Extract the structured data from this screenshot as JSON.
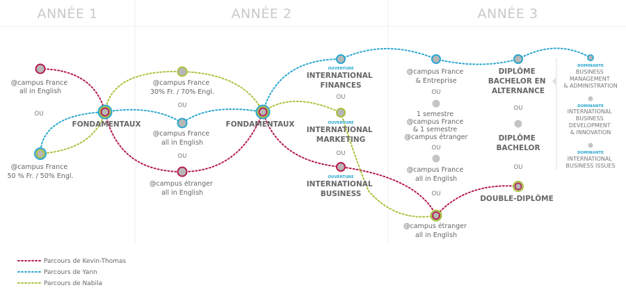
{
  "colors": {
    "kevin": "#b5194a",
    "yann": "#2aa6cf",
    "nabila": "#a8c23a",
    "node_fill": "#b7b7b7",
    "grey_node": "#c4c4c4",
    "text": "#666666",
    "year": "#c9c9c9"
  },
  "years": [
    "ANNÉE 1",
    "ANNÉE 2",
    "ANNÉE 3"
  ],
  "ou": "OU",
  "y1": {
    "en": [
      "@campus France",
      "all in English"
    ],
    "mix": [
      "@campus France",
      "50 % Fr. / 50% Engl."
    ],
    "fondamentaux": "FONDAMENTAUX"
  },
  "y2": {
    "mix": [
      "@campus France",
      "30% Fr. / 70% Engl."
    ],
    "en": [
      "@campus France",
      "all in English"
    ],
    "etranger": [
      "@campus étranger",
      "all in English"
    ],
    "fondamentaux": "FONDAMENTAUX",
    "ouverture": "OUVERTURE",
    "finances": [
      "INTERNATIONAL",
      "FINANCES"
    ],
    "marketing": [
      "INTERNATIONAL",
      "MARKETING"
    ],
    "business": [
      "INTERNATIONAL",
      "BUSINESS"
    ]
  },
  "y3": {
    "entreprise": [
      "@campus France",
      "& Entreprise"
    ],
    "semestre": [
      "1 semestre",
      "@campus France",
      "& 1 semestre",
      "@campus étranger"
    ],
    "en": [
      "@campus France",
      "all in English"
    ],
    "etranger": [
      "@campus étranger",
      "all in English"
    ],
    "alternance": [
      "DIPLÔME",
      "BACHELOR EN",
      "ALTERNANCE"
    ],
    "bachelor": [
      "DIPLÔME",
      "BACHELOR"
    ],
    "double": "DOUBLE-DIPLÔME"
  },
  "dominantes": {
    "tag": "DOMINANTE",
    "items": [
      [
        "BUSINESS",
        "MANAGEMENT",
        "& ADMINISTRATION"
      ],
      [
        "INTERNATIONAL",
        "BUSINESS",
        "DEVELOPMENT",
        "& INNOVATION"
      ],
      [
        "INTERNATIONAL",
        "BUSINESS ISSUES"
      ]
    ]
  },
  "legend": [
    {
      "label": "Parcours de Kevin-Thomas",
      "color": "#b5194a"
    },
    {
      "label": "Parcours de Yann",
      "color": "#2aa6cf"
    },
    {
      "label": "Parcours de Nabila",
      "color": "#a8c23a"
    }
  ]
}
